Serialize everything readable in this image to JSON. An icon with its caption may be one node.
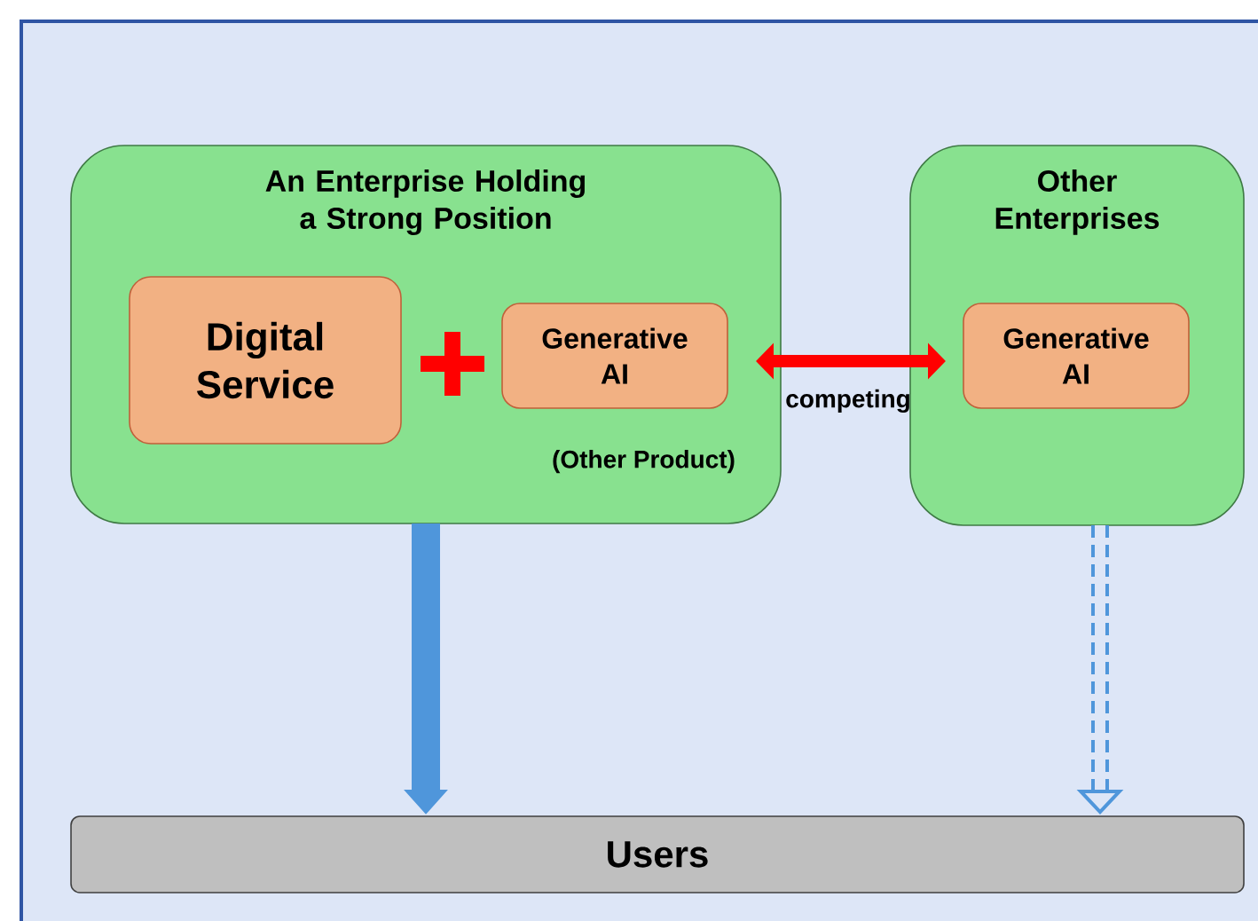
{
  "diagram": {
    "nodes": [
      {
        "text": [
          "An Enterprise Holding a Strong Position"
        ]
      },
      {
        "text": [
          "Digital Service"
        ],
        "in": 0
      },
      {
        "text": [
          "Generative AI"
        ],
        "in": 0,
        "beside": [
          "(Other Product)"
        ]
      },
      {
        "text": [
          "Other Enterprises"
        ]
      },
      {
        "text": [
          "Generative AI"
        ],
        "in": 3
      },
      {
        "text": [
          "Users"
        ]
      }
    ],
    "edges": [
      {
        "from": 2,
        "to": 4,
        "arrow": "both",
        "label": "competing",
        "color": "#ff0000"
      },
      {
        "from": 0,
        "to": 5,
        "arrow": "to",
        "color": "#4f96db"
      },
      {
        "from": 3,
        "to": 5,
        "arrow": "to",
        "style": "dashed",
        "color": "#4f96db"
      }
    ]
  }
}
